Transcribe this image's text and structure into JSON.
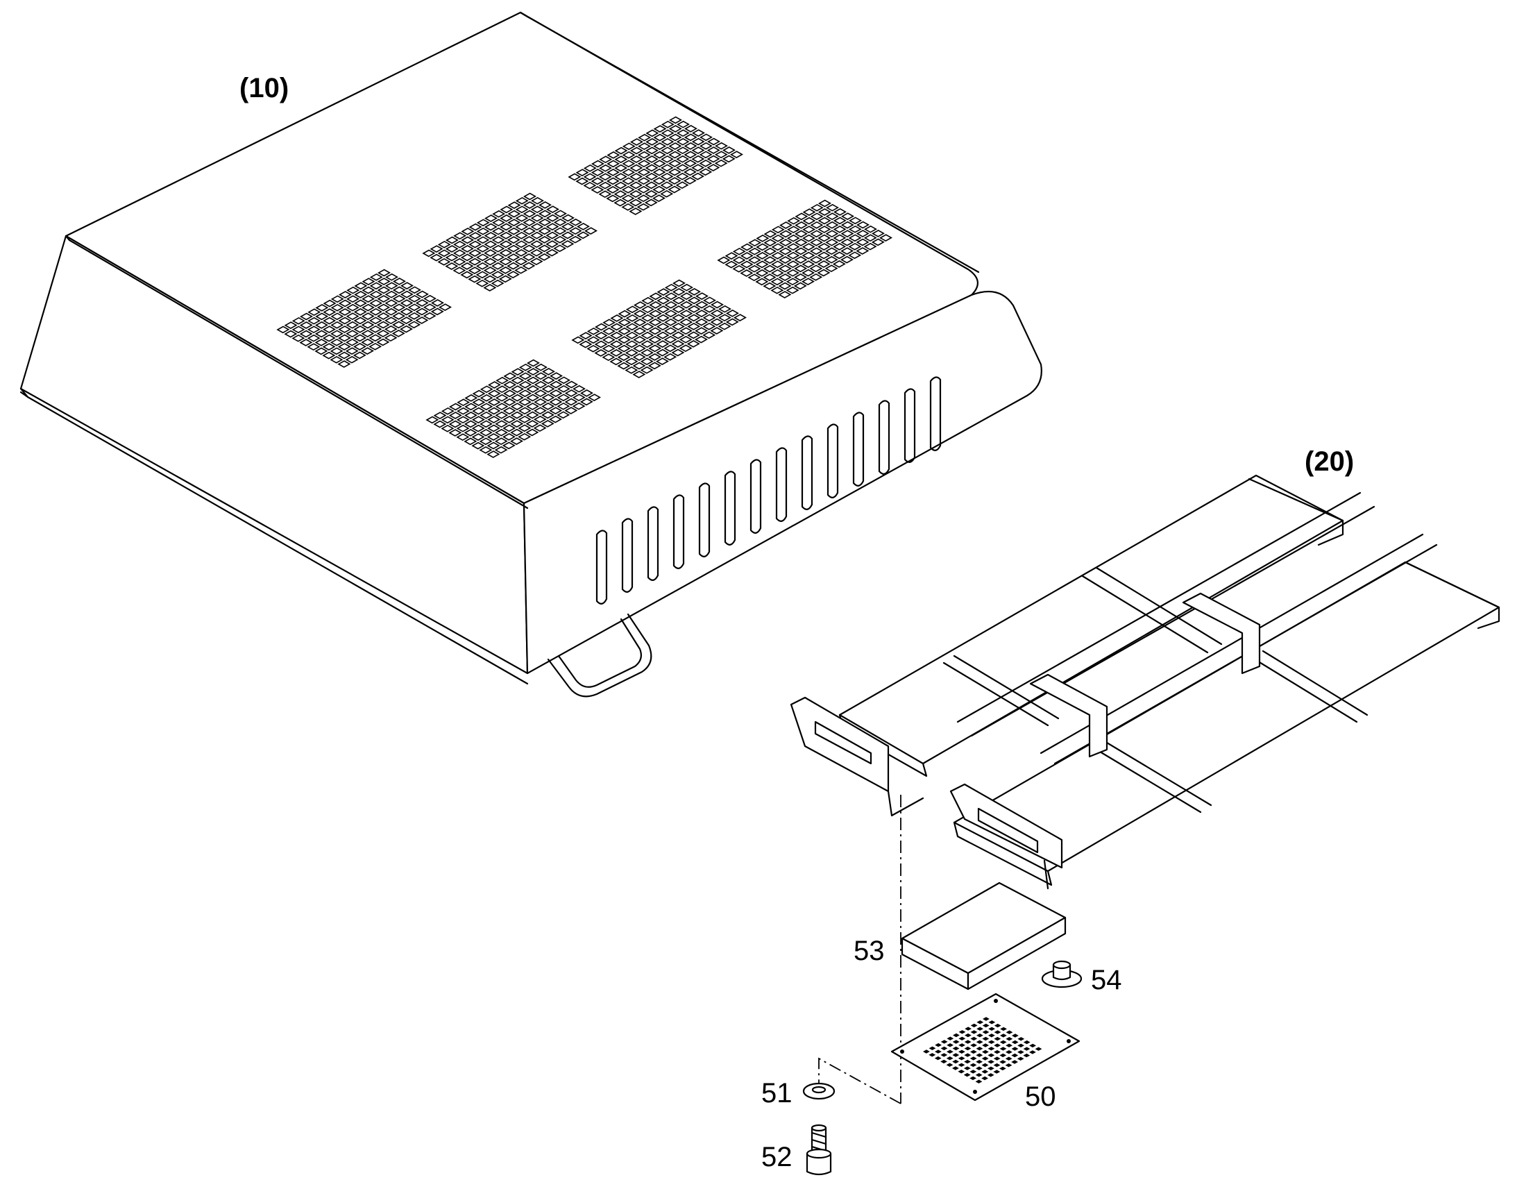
{
  "labels": {
    "assembly_10": "(10)",
    "assembly_20": "(20)",
    "part_50": "50",
    "part_51": "51",
    "part_52": "52",
    "part_53": "53",
    "part_54": "54"
  },
  "colors": {
    "line": "#000000",
    "background": "#ffffff"
  }
}
